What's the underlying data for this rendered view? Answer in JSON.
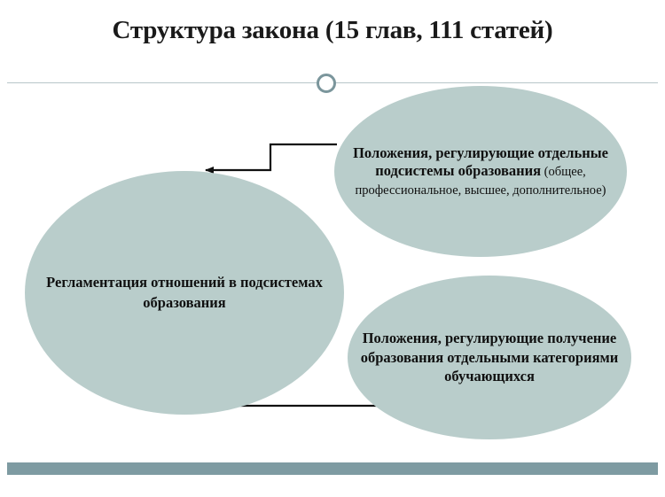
{
  "slide": {
    "title": "Структура закона (15 глав, 111 статей)",
    "accent_color": "#7e9ba2",
    "ellipse_color": "#b9cdcb",
    "divider_color": "#b8c6c9",
    "text_color": "#101010"
  },
  "ellipses": {
    "top_right": {
      "bold_text": "Положения, регулирующие отдельные подсистемы образования",
      "plain_text": " (общее, профессиональное, высшее, дополнительное)"
    },
    "left": {
      "text": "Регламентация отношений в подсистемах образования"
    },
    "bottom_right": {
      "text": "Положения, регулирующие получение образования отдельными категориями обучающихся"
    }
  },
  "connectors": [
    {
      "name": "arrow-top-right-to-left",
      "from": "ellipse-top-right",
      "to": "ellipse-left"
    },
    {
      "name": "arrow-bottom-right-to-left",
      "from": "ellipse-bottom-right",
      "to": "ellipse-left"
    }
  ]
}
